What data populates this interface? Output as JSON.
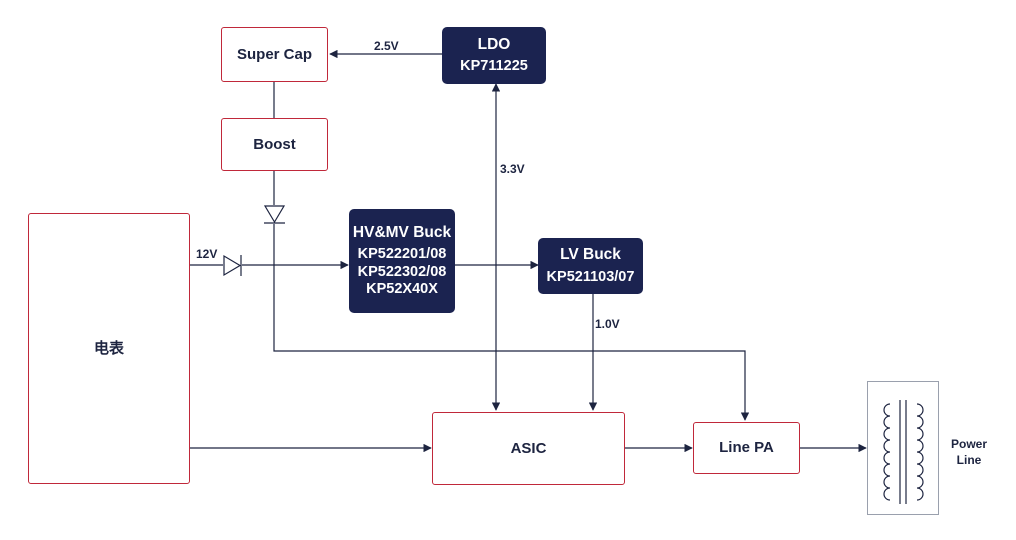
{
  "blocks": {
    "super_cap": "Super Cap",
    "boost": "Boost",
    "ldo_title": "LDO",
    "ldo_part": "KP711225",
    "hvmv_title": "HV&MV Buck",
    "hvmv_part1": "KP522201/08",
    "hvmv_part2": "KP522302/08",
    "hvmv_part3": "KP52X40X",
    "lv_title": "LV Buck",
    "lv_part": "KP521103/07",
    "meter": "电表",
    "asic": "ASIC",
    "line_pa": "Line PA",
    "power_line_1": "Power",
    "power_line_2": "Line"
  },
  "labels": {
    "v25": "2.5V",
    "v33": "3.3V",
    "v12": "12V",
    "v10": "1.0V"
  },
  "colors": {
    "navy": "#1b2350",
    "red_border": "#c0283a",
    "line": "#1d2440"
  }
}
